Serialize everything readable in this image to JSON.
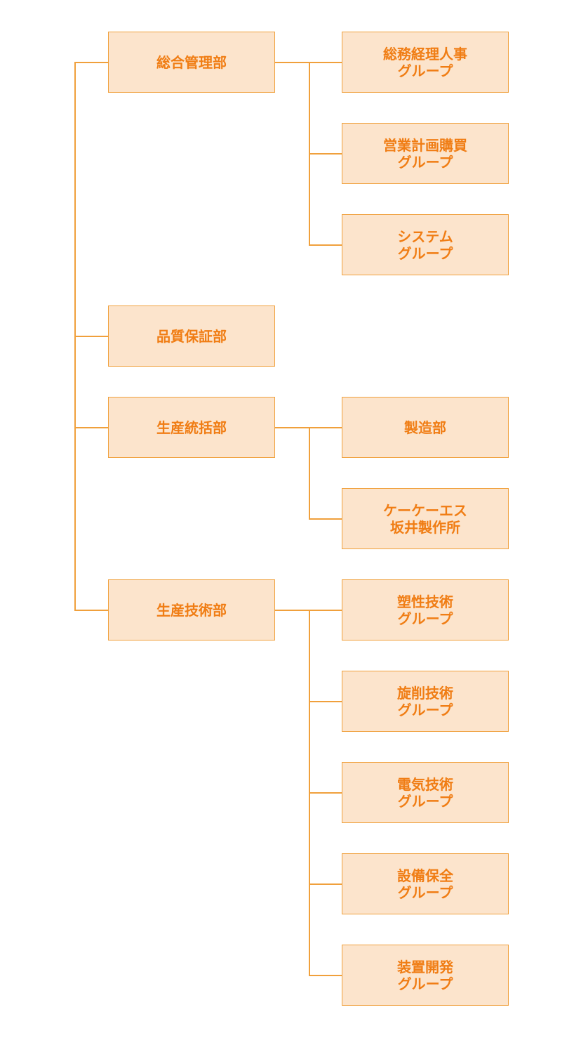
{
  "colors": {
    "box_fill": "#fce4cc",
    "box_border": "#f0a03c",
    "text": "#f07d14",
    "connector": "#f0a03c"
  },
  "departments": {
    "general_management": {
      "label": "総合管理部",
      "groups": {
        "general_affairs": "総務経理人事\nグループ",
        "sales_planning": "営業計画購買\nグループ",
        "system": "システム\nグループ"
      }
    },
    "quality_assurance": {
      "label": "品質保証部"
    },
    "production_control": {
      "label": "生産統括部",
      "groups": {
        "manufacturing": "製造部",
        "kks_sakai": "ケーケーエス\n坂井製作所"
      }
    },
    "production_engineering": {
      "label": "生産技術部",
      "groups": {
        "plastic_working": "塑性技術\nグループ",
        "turning": "旋削技術\nグループ",
        "electrical": "電気技術\nグループ",
        "equipment_maintenance": "設備保全\nグループ",
        "equipment_development": "装置開発\nグループ"
      }
    }
  }
}
